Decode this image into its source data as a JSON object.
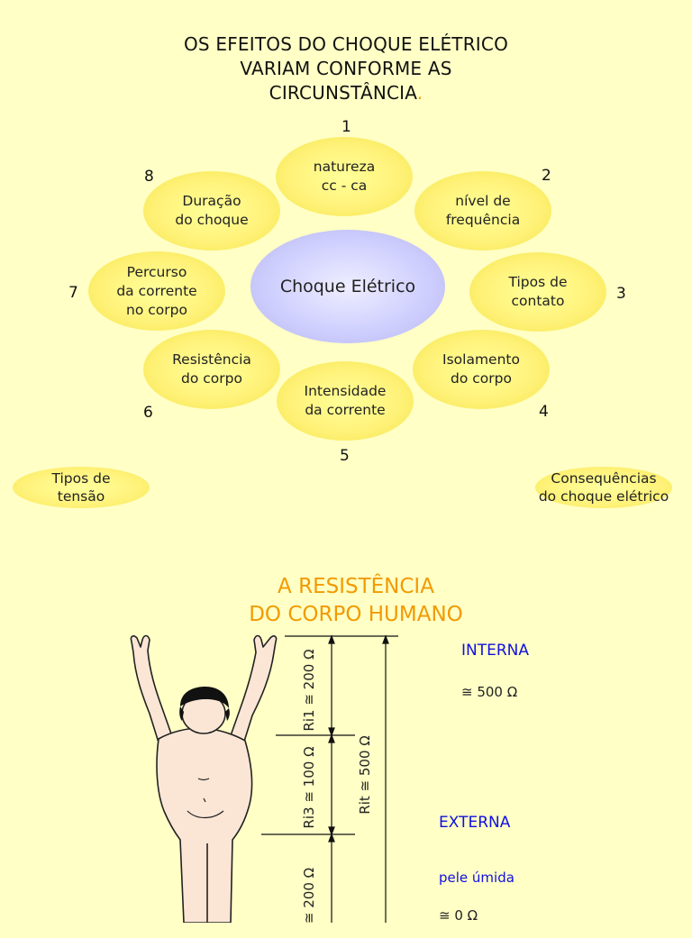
{
  "top_title": {
    "line1": "OS EFEITOS DO CHOQUE ELÉTRICO",
    "line2": "VARIAM CONFORME AS",
    "line3": "CIRCUNSTÂNCIA",
    "dot": "."
  },
  "diagram": {
    "center": "Choque Elétrico",
    "petals": [
      {
        "num": "1",
        "line1": "natureza",
        "line2": "cc - ca"
      },
      {
        "num": "2",
        "line1": "nível de",
        "line2": "frequência"
      },
      {
        "num": "3",
        "line1": "Tipos de",
        "line2": "contato"
      },
      {
        "num": "4",
        "line1": "Isolamento",
        "line2": "do corpo"
      },
      {
        "num": "5",
        "line1": "Intensidade",
        "line2": "da corrente"
      },
      {
        "num": "6",
        "line1": "Resistência",
        "line2": "do corpo"
      },
      {
        "num": "7",
        "line1": "Percurso",
        "line2": "da corrente",
        "line3": "no corpo"
      },
      {
        "num": "8",
        "line1": "Duração",
        "line2": "do choque"
      }
    ],
    "left_extra": {
      "line1": "Tipos de",
      "line2": "tensão"
    },
    "right_extra": {
      "line1": "Consequências",
      "line2": "do choque elétrico"
    }
  },
  "resistance": {
    "title_line1": "A RESISTÊNCIA",
    "title_line2": "DO CORPO HUMANO",
    "interna_label": "INTERNA",
    "interna_value": "≅ 500 Ω",
    "externa_label": "EXTERNA",
    "pele_label": "pele úmida",
    "pele_value": "≅ 0 Ω",
    "ri1": "Ri1 ≅ 200 Ω",
    "ri3": "Ri3 ≅ 100 Ω",
    "ri_bottom": "≅ 200 Ω",
    "rit": "Rit ≅ 500 Ω"
  },
  "colors": {
    "background": "#ffffc6",
    "petal": "#fff27a",
    "center": "#d0d0ff",
    "orange_title": "#f29a00",
    "blue_label": "#1010e0"
  }
}
